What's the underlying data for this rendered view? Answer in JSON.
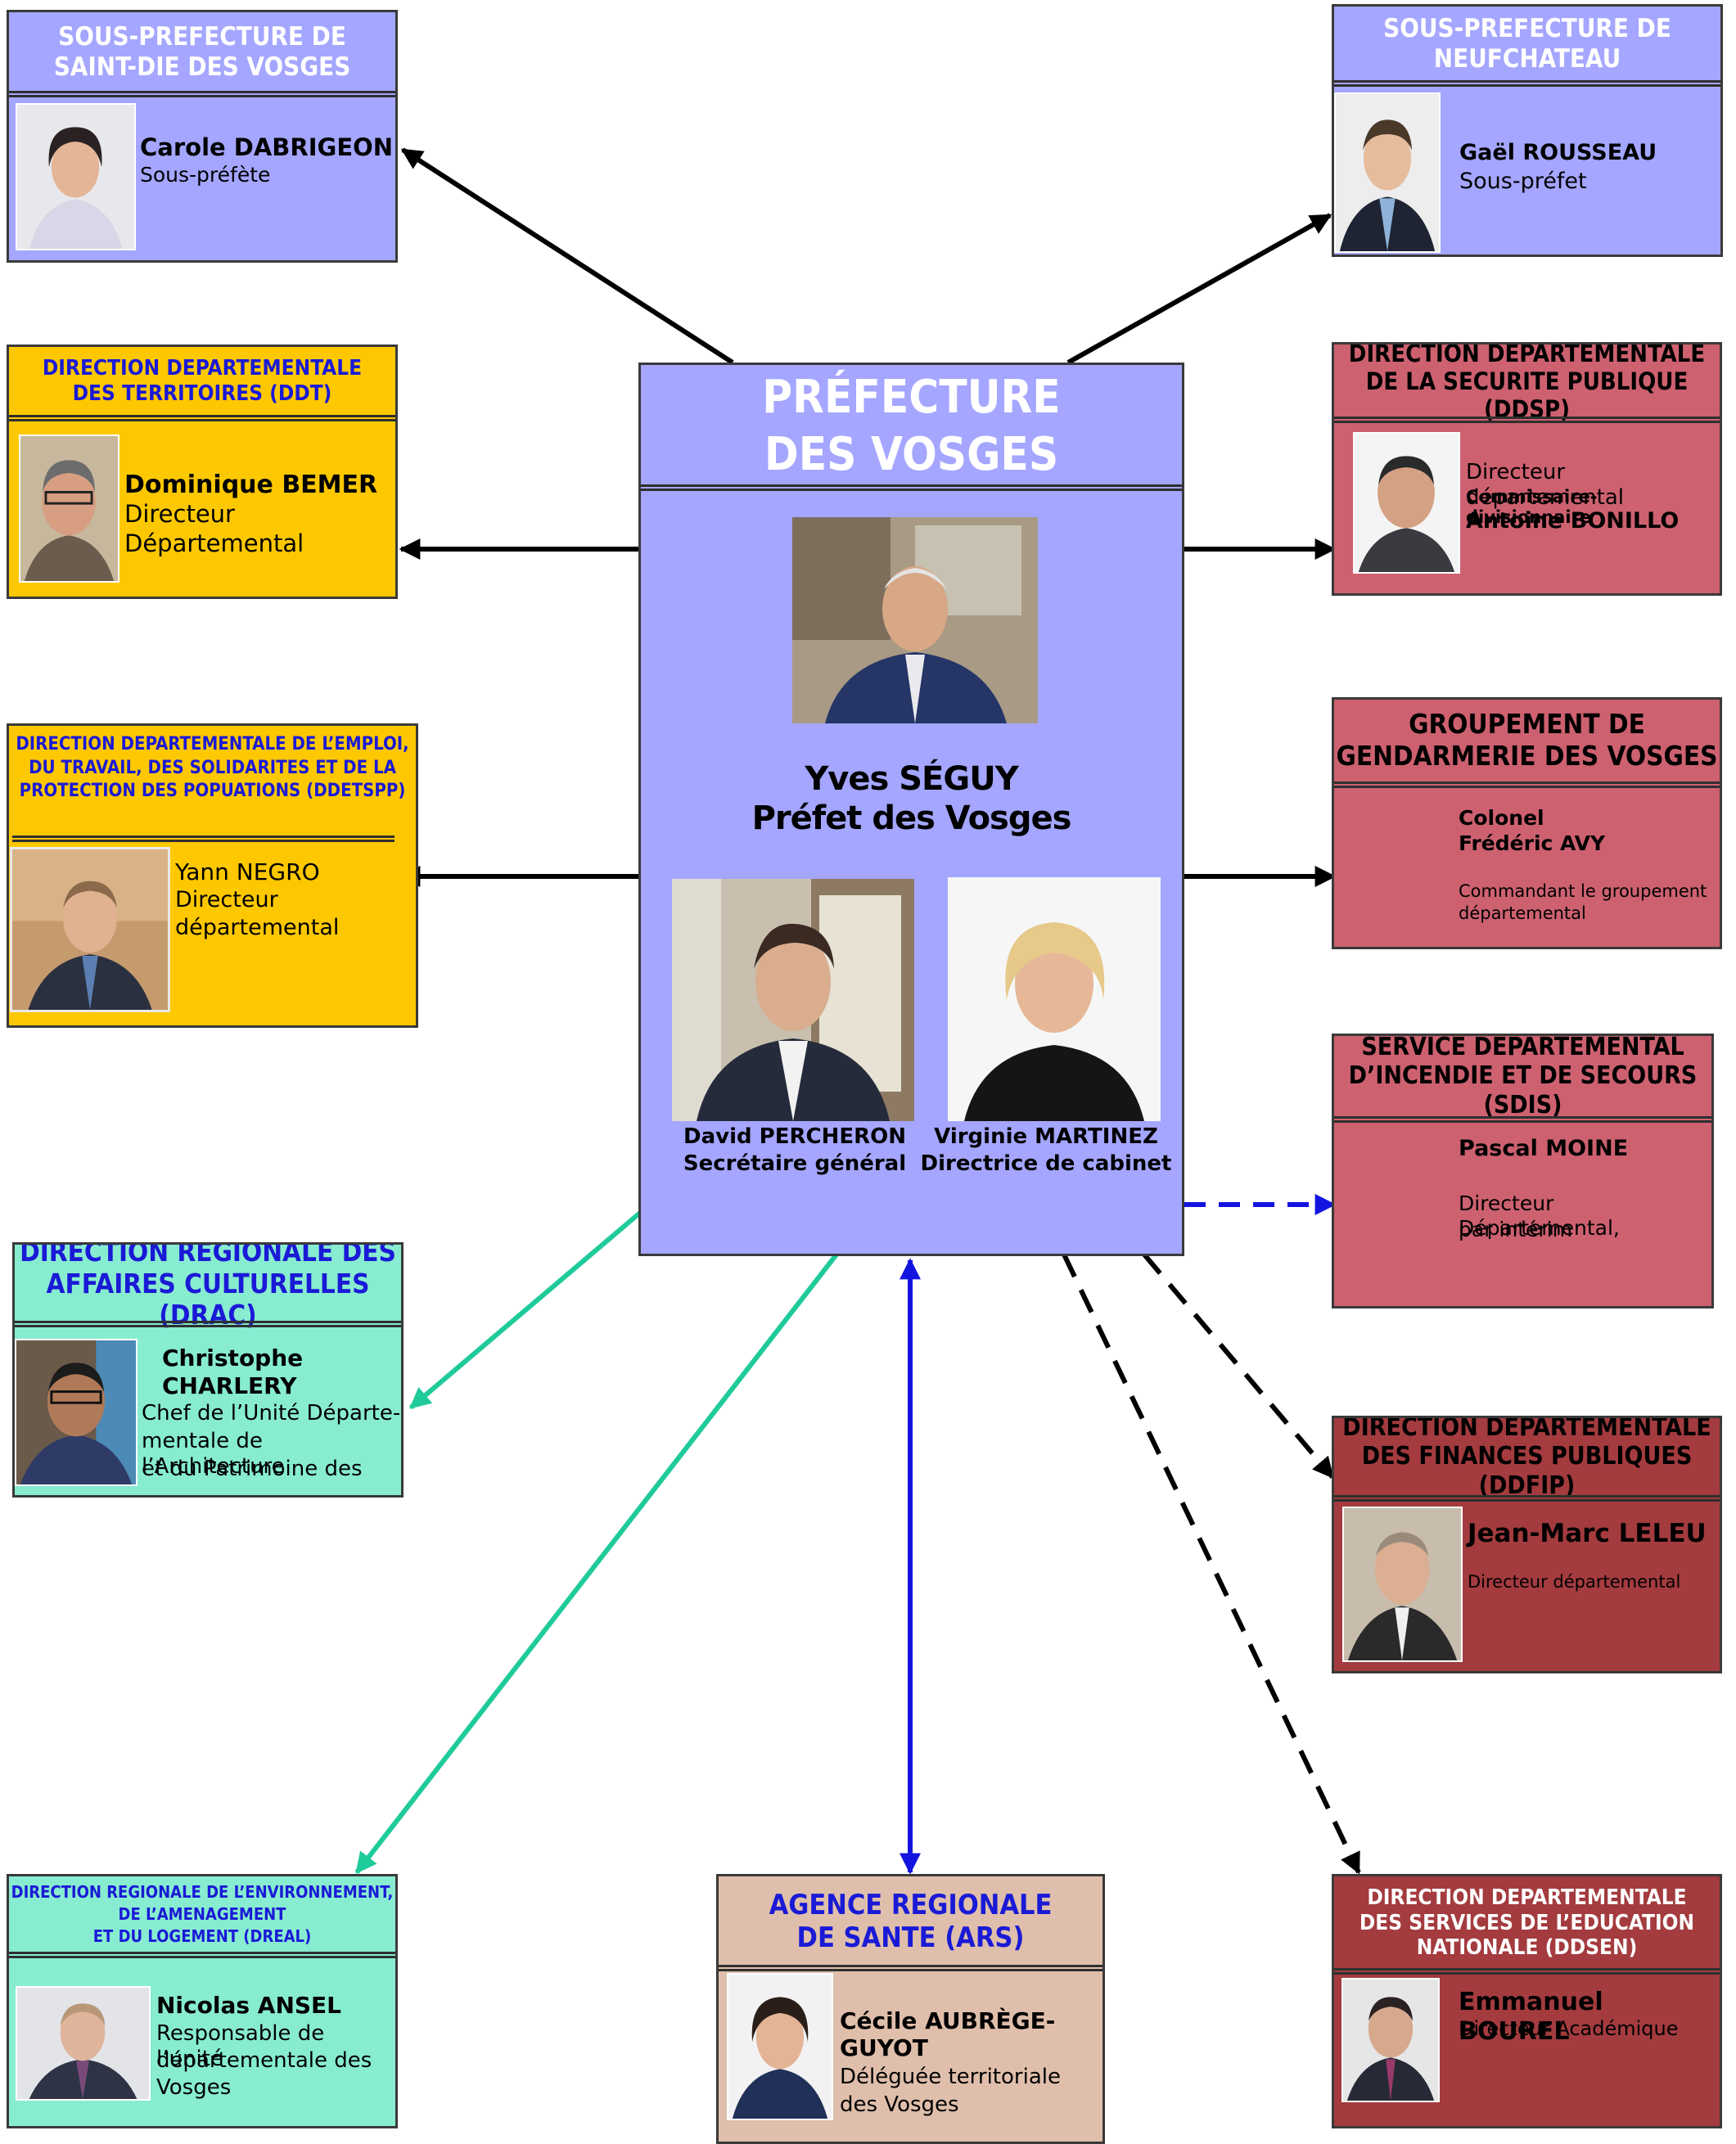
{
  "center": {
    "title_line1": "PRÉFECTURE",
    "title_line2": "DES VOSGES",
    "prefect_name": "Yves SÉGUY",
    "prefect_title": "Préfet des Vosges",
    "sg_name": "David PERCHERON",
    "sg_title": "Secrétaire général",
    "dc_name": "Virginie MARTINEZ",
    "dc_title": "Directrice de cabinet"
  },
  "boxes": {
    "saint_die": {
      "header_line1": "SOUS-PREFECTURE DE",
      "header_line2": "SAINT-DIE DES VOSGES",
      "name": "Carole DABRIGEON",
      "role": "Sous-préfète"
    },
    "neufchateau": {
      "header_line1": "SOUS-PREFECTURE DE",
      "header_line2": "NEUFCHATEAU",
      "name": "Gaël ROUSSEAU",
      "role": "Sous-préfet"
    },
    "ddt": {
      "header_line1": "DIRECTION DEPARTEMENTALE",
      "header_line2": "DES TERRITOIRES (DDT)",
      "name": "Dominique BEMER",
      "role_line1": "Directeur",
      "role_line2": "Départemental"
    },
    "ddsp": {
      "header_line1": "DIRECTION DEPARTEMENTALE",
      "header_line2": "DE LA SECURITE PUBLIQUE (DDSP)",
      "role_line1": "Directeur départemental",
      "role_line2": "Commissaire-divisionnaire",
      "name": "Antoine BONILLO"
    },
    "ddetspp": {
      "header_line1": "DIRECTION DEPARTEMENTALE DE L’EMPLOI,",
      "header_line2": "DU TRAVAIL, DES SOLIDARITES ET DE LA",
      "header_line3": "PROTECTION DES POPUATIONS (DDETSPP)",
      "name": "Yann NEGRO",
      "role_line1": "Directeur",
      "role_line2": "départemental"
    },
    "gendarmerie": {
      "header_line1": "GROUPEMENT DE",
      "header_line2": "GENDARMERIE DES VOSGES",
      "name_line1": "Colonel",
      "name_line2": "Frédéric AVY",
      "role_line1": "Commandant le groupement",
      "role_line2": "départemental"
    },
    "sdis": {
      "header_line1": "SERVICE DEPARTEMENTAL",
      "header_line2": "D’INCENDIE ET DE SECOURS (SDIS)",
      "name": "Pascal MOINE",
      "role_line1": "Directeur Départemental,",
      "role_line2": "par intérim"
    },
    "drac": {
      "header_line1": "DIRECTION REGIONALE DES",
      "header_line2": "AFFAIRES CULTURELLES (DRAC)",
      "name_line1": "Christophe",
      "name_line2": "CHARLERY",
      "role_line1": "Chef de l’Unité Départe-",
      "role_line2": "mentale de l’Architecture",
      "role_line3": "et du Patrimoine des"
    },
    "ddfip": {
      "header_line1": "DIRECTION DEPARTEMENTALE",
      "header_line2": "DES FINANCES PUBLIQUES (DDFIP)",
      "name": "Jean-Marc LELEU",
      "role": "Directeur départemental"
    },
    "dreal": {
      "header_line1": "DIRECTION REGIONALE DE L’ENVIRONNEMENT,",
      "header_line2": "DE L’AMENAGEMENT",
      "header_line3": "ET DU LOGEMENT (DREAL)",
      "name": "Nicolas ANSEL",
      "role_line1": "Responsable de l’unité",
      "role_line2": "départementale des",
      "role_line3": "Vosges"
    },
    "ars": {
      "header_line1": "AGENCE REGIONALE",
      "header_line2": "DE SANTE (ARS)",
      "name_line1": "Cécile AUBRÈGE-",
      "name_line2": "GUYOT",
      "role_line1": "Déléguée territoriale",
      "role_line2": "des Vosges"
    },
    "ddsen": {
      "header_line1": "DIRECTION DEPARTEMENTALE",
      "header_line2": "DES SERVICES DE L’EDUCATION",
      "header_line3": "NATIONALE (DDSEN)",
      "name": "Emmanuel BOUREL",
      "role": "Directeur Académique"
    }
  },
  "colors": {
    "lavender": "#a4a6ff",
    "yellow": "#fec800",
    "pink": "#cd6170",
    "dark_red": "#a33b3f",
    "mint": "#87ecd0",
    "peach": "#dfbfab",
    "blue_header": "#1a1ad6",
    "arrow_black": "#000000",
    "arrow_green": "#1fcb9a",
    "arrow_blue": "#1414e0"
  },
  "connections": [
    {
      "to": "saint_die",
      "style": "solid",
      "color": "black"
    },
    {
      "to": "neufchateau",
      "style": "solid",
      "color": "black"
    },
    {
      "to": "ddt",
      "style": "solid",
      "color": "black"
    },
    {
      "to": "ddsp",
      "style": "solid",
      "color": "black"
    },
    {
      "to": "ddetspp",
      "style": "solid",
      "color": "black"
    },
    {
      "to": "gendarmerie",
      "style": "solid",
      "color": "black"
    },
    {
      "to": "sdis",
      "style": "dashed",
      "color": "blue"
    },
    {
      "to": "drac",
      "style": "solid",
      "color": "green"
    },
    {
      "to": "dreal",
      "style": "solid",
      "color": "green"
    },
    {
      "to": "ars",
      "style": "solid-double-headed",
      "color": "blue"
    },
    {
      "to": "ddfip",
      "style": "dashed",
      "color": "black"
    },
    {
      "to": "ddsen",
      "style": "dashed",
      "color": "black"
    }
  ]
}
